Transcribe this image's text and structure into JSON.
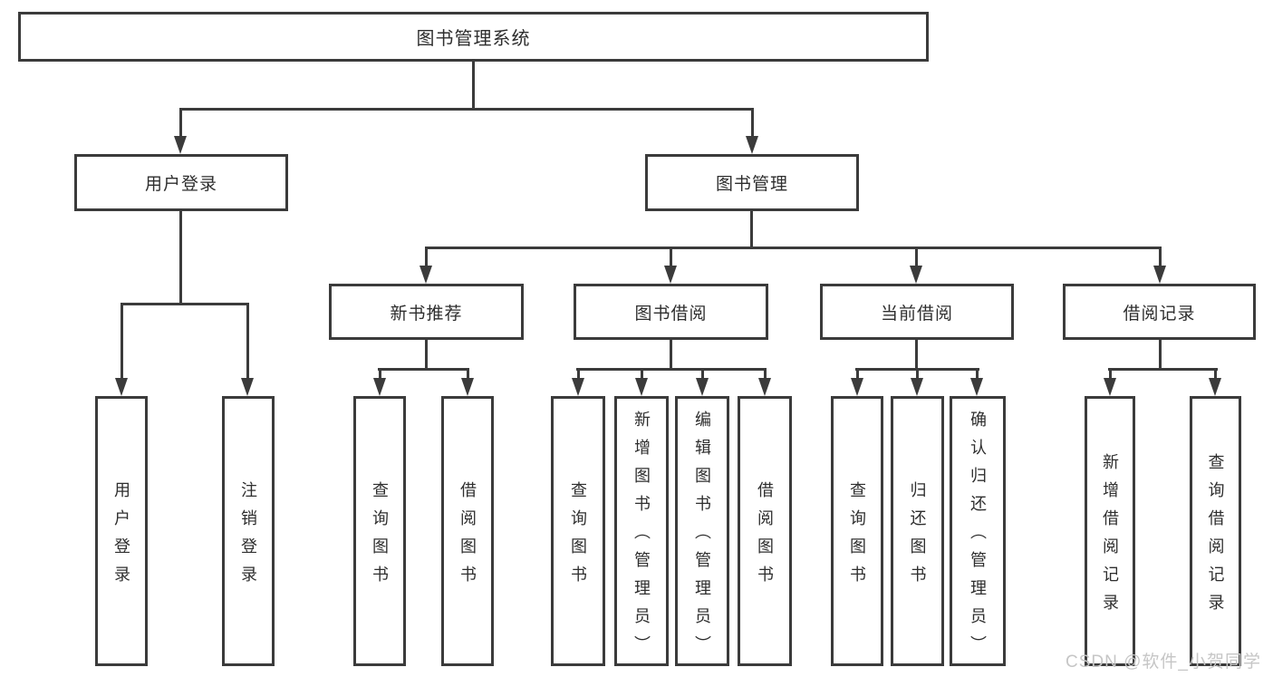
{
  "diagram": {
    "root": {
      "label": "图书管理系统"
    },
    "level2": {
      "login": {
        "label": "用户登录"
      },
      "manage": {
        "label": "图书管理"
      }
    },
    "level3": {
      "recommend": {
        "label": "新书推荐"
      },
      "borrow": {
        "label": "图书借阅"
      },
      "current": {
        "label": "当前借阅"
      },
      "records": {
        "label": "借阅记录"
      }
    },
    "leaves": {
      "login": [
        "用户登录",
        "注销登录"
      ],
      "recommend": [
        "查询图书",
        "借阅图书"
      ],
      "borrow": [
        "查询图书",
        "新增图书（管理员）",
        "编辑图书（管理员）",
        "借阅图书"
      ],
      "current": [
        "查询图书",
        "归还图书",
        "确认归还（管理员）"
      ],
      "records": [
        "新增借阅记录",
        "查询借阅记录"
      ]
    }
  },
  "watermark": {
    "text": "CSDN @软件_小贺同学"
  },
  "colors": {
    "line": "#3b3b3b",
    "text": "#2e2e2e",
    "background": "#ffffff",
    "watermark": "#c6c6c6"
  }
}
